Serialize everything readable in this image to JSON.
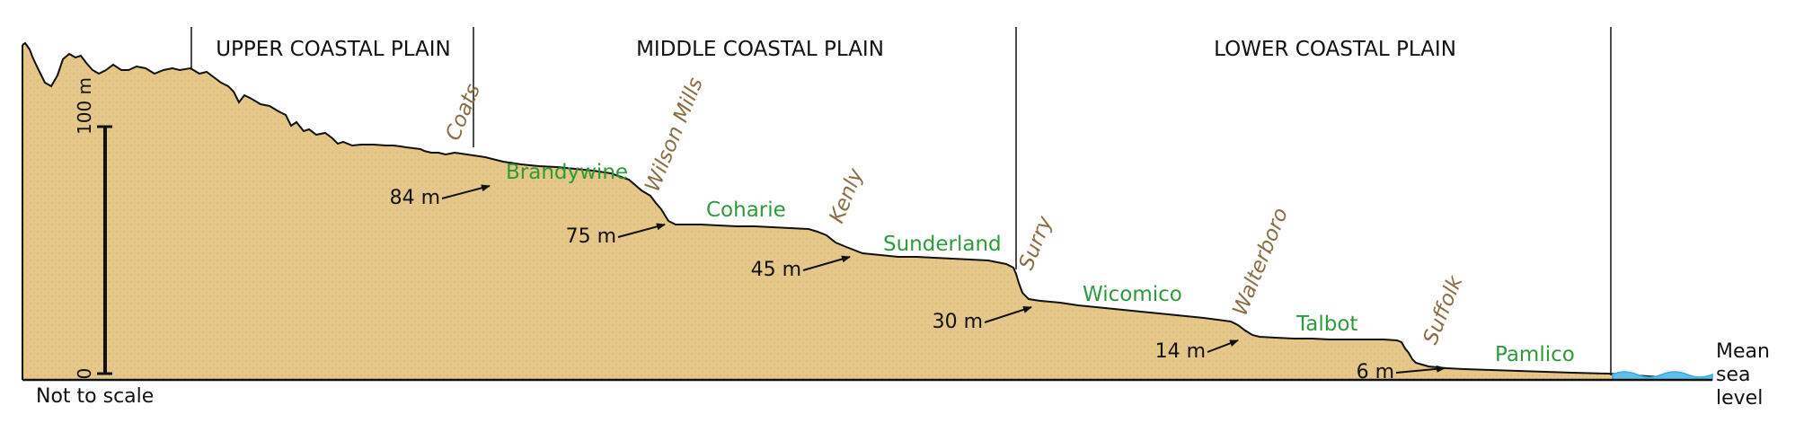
{
  "colors": {
    "land_fill": "#e6c787",
    "terrace_text": "#2e9a3a",
    "scarp_text": "#8a6d45",
    "water": "#5fc1ea",
    "ink": "#111111"
  },
  "regions": [
    {
      "id": "upper",
      "label": "UPPER COASTAL PLAIN"
    },
    {
      "id": "middle",
      "label": "MIDDLE COASTAL PLAIN"
    },
    {
      "id": "lower",
      "label": "LOWER COASTAL PLAIN"
    }
  ],
  "terraces": [
    "Brandywine",
    "Coharie",
    "Sunderland",
    "Wicomico",
    "Talbot",
    "Pamlico"
  ],
  "scarps": [
    "Coats",
    "Wilson Mills",
    "Kenly",
    "Surry",
    "Walterboro",
    "Suffolk"
  ],
  "elevations": [
    "84 m",
    "75 m",
    "45 m",
    "30 m",
    "14 m",
    "6 m"
  ],
  "scale": {
    "top_label": "100 m",
    "bottom_label": "0"
  },
  "note": "Not to scale",
  "sea_level_label": [
    "Mean",
    "sea",
    "level"
  ]
}
